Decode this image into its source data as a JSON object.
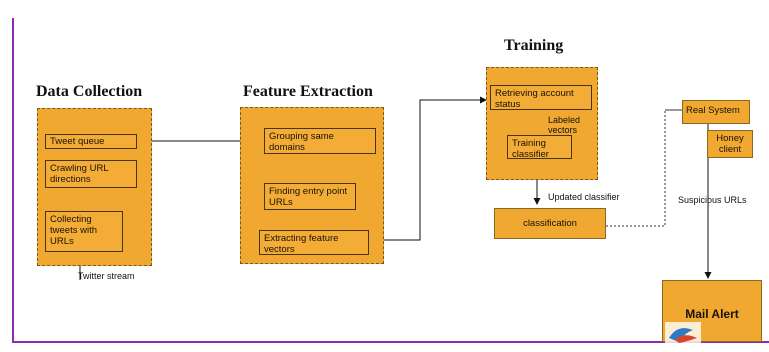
{
  "sections": {
    "data_collection": "Data Collection",
    "feature_extraction": "Feature Extraction",
    "training": "Training"
  },
  "data_collection": {
    "tweet_queue": "Tweet queue",
    "crawling": "Crawling URL directions",
    "collecting": "Collecting tweets with URLs",
    "twitter_stream": "Twitter stream"
  },
  "feature_extraction": {
    "grouping": "Grouping same domains",
    "finding": "Finding entry point URLs",
    "extracting": "Extracting feature vectors"
  },
  "training": {
    "retrieving": "Retrieving account status",
    "labeled_vectors": "Labeled vectors",
    "training_classifier": "Training classifier",
    "updated_classifier": "Updated classifier"
  },
  "classification": "classification",
  "real_system": "Real System",
  "honey_client": "Honey client",
  "suspicious_urls": "Suspicious URLs",
  "mail_alert": "Mail Alert",
  "colors": {
    "panel": "#F0A830",
    "frame": "#8A2BB5"
  }
}
